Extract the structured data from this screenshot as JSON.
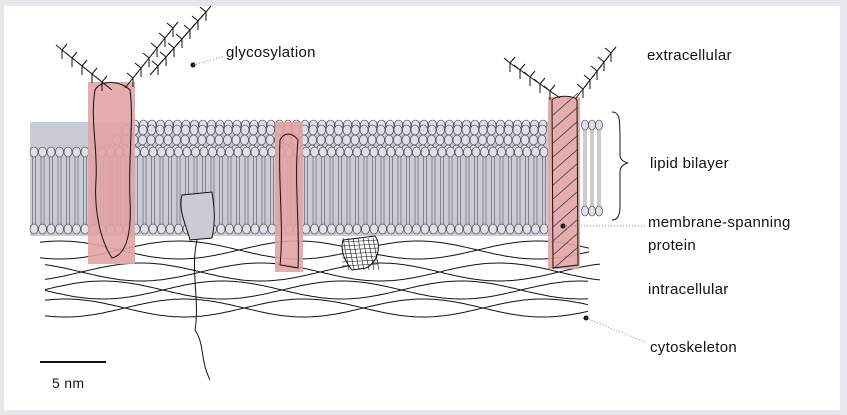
{
  "labels": {
    "glycosylation": "glycosylation",
    "extracellular": "extracellular",
    "lipid_bilayer": "lipid bilayer",
    "membrane_spanning": "membrane-spanning",
    "protein": "protein",
    "intracellular": "intracellular",
    "cytoskeleton": "cytoskeleton"
  },
  "scale_bar": {
    "label": "5 nm"
  },
  "colors": {
    "bilayer": "#c9ccd6",
    "protein": "#e3a3a5",
    "head": "#dfe1ea",
    "line": "#111111"
  }
}
